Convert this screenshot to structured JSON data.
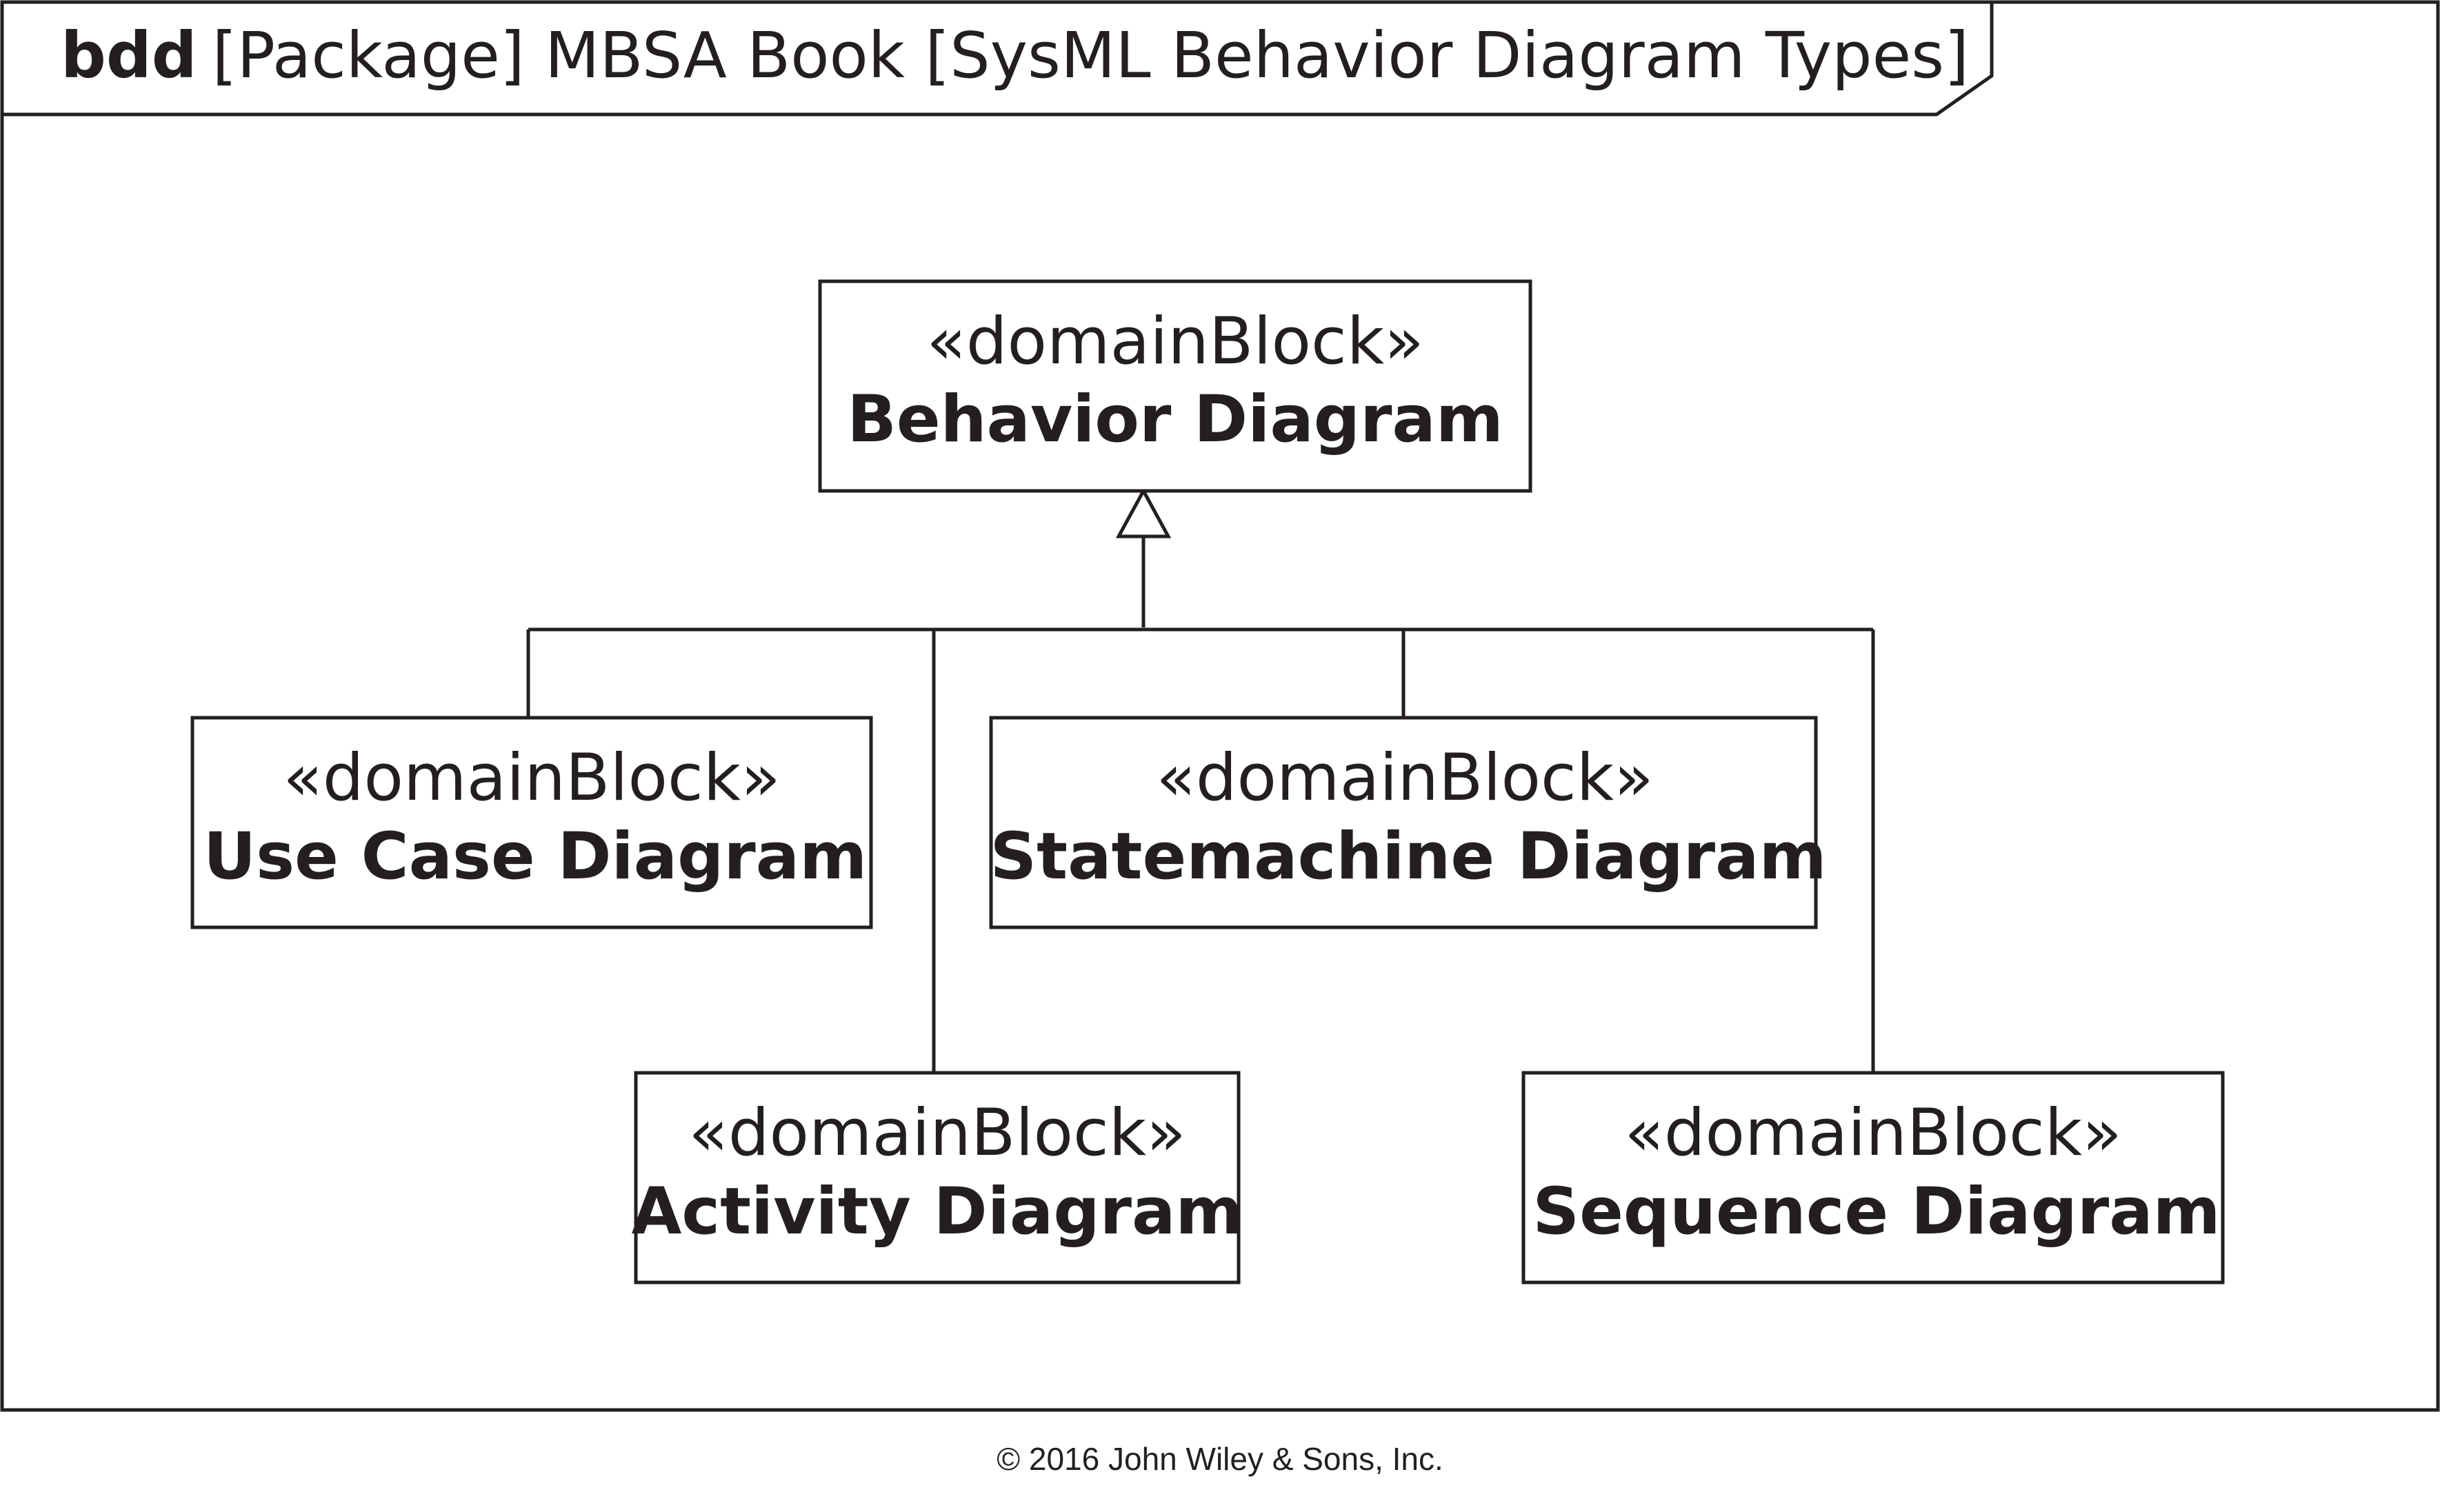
{
  "frame": {
    "kind": "bdd",
    "title": "[Package] MBSA Book [SysML Behavior Diagram Types]"
  },
  "blocks": {
    "behavior": {
      "stereotype": "«domainBlock»",
      "name": "Behavior Diagram"
    },
    "use_case": {
      "stereotype": "«domainBlock»",
      "name": "Use Case Diagram"
    },
    "statemachine": {
      "stereotype": "«domainBlock»",
      "name": "Statemachine Diagram"
    },
    "activity": {
      "stereotype": "«domainBlock»",
      "name": "Activity Diagram"
    },
    "sequence": {
      "stereotype": "«domainBlock»",
      "name": "Sequence Diagram"
    }
  },
  "relationship": "generalization",
  "copyright": "© 2016 John Wiley & Sons, Inc."
}
